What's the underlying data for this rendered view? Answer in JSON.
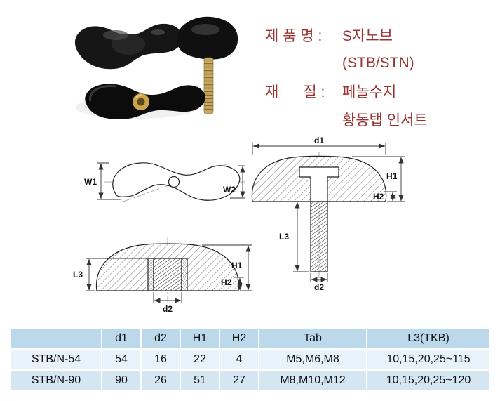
{
  "product_info": {
    "rows": [
      {
        "label": "제 품 명 :",
        "value": "S자노브"
      },
      {
        "label": "",
        "value": "(STB/STN)"
      },
      {
        "label": "재      질 :",
        "value": "페놀수지"
      },
      {
        "label": "",
        "value": "황동탭 인서트"
      }
    ]
  },
  "diagram": {
    "labels": {
      "w1": "W1",
      "w2": "W2",
      "d1": "d1",
      "front_d2": "d2",
      "front_h1": "H1",
      "front_h2": "H2",
      "front_l3": "L3",
      "sec_d2": "d2",
      "sec_h1": "H1",
      "sec_h2": "H2",
      "sec_l3": "L3"
    }
  },
  "table": {
    "headers": [
      "",
      "d1",
      "d2",
      "H1",
      "H2",
      "Tab",
      "L3(TKB)"
    ],
    "rows": [
      {
        "name": "STB/N-54",
        "d1": "54",
        "d2": "16",
        "h1": "22",
        "h2": "4",
        "tab": "M5,M6,M8",
        "l3": "10,15,20,25~115"
      },
      {
        "name": "STB/N-90",
        "d1": "90",
        "d2": "26",
        "h1": "51",
        "h2": "27",
        "tab": "M8,M10,M12",
        "l3": "10,15,20,25~120"
      }
    ]
  },
  "colors": {
    "info_text": "#993333",
    "table_header_bg": "#bcd9ec",
    "table_row1_bg": "#e7f2fa",
    "table_row2_bg": "#d3e6f2",
    "knob_black": "#111111",
    "brass": "#c9a44a"
  }
}
